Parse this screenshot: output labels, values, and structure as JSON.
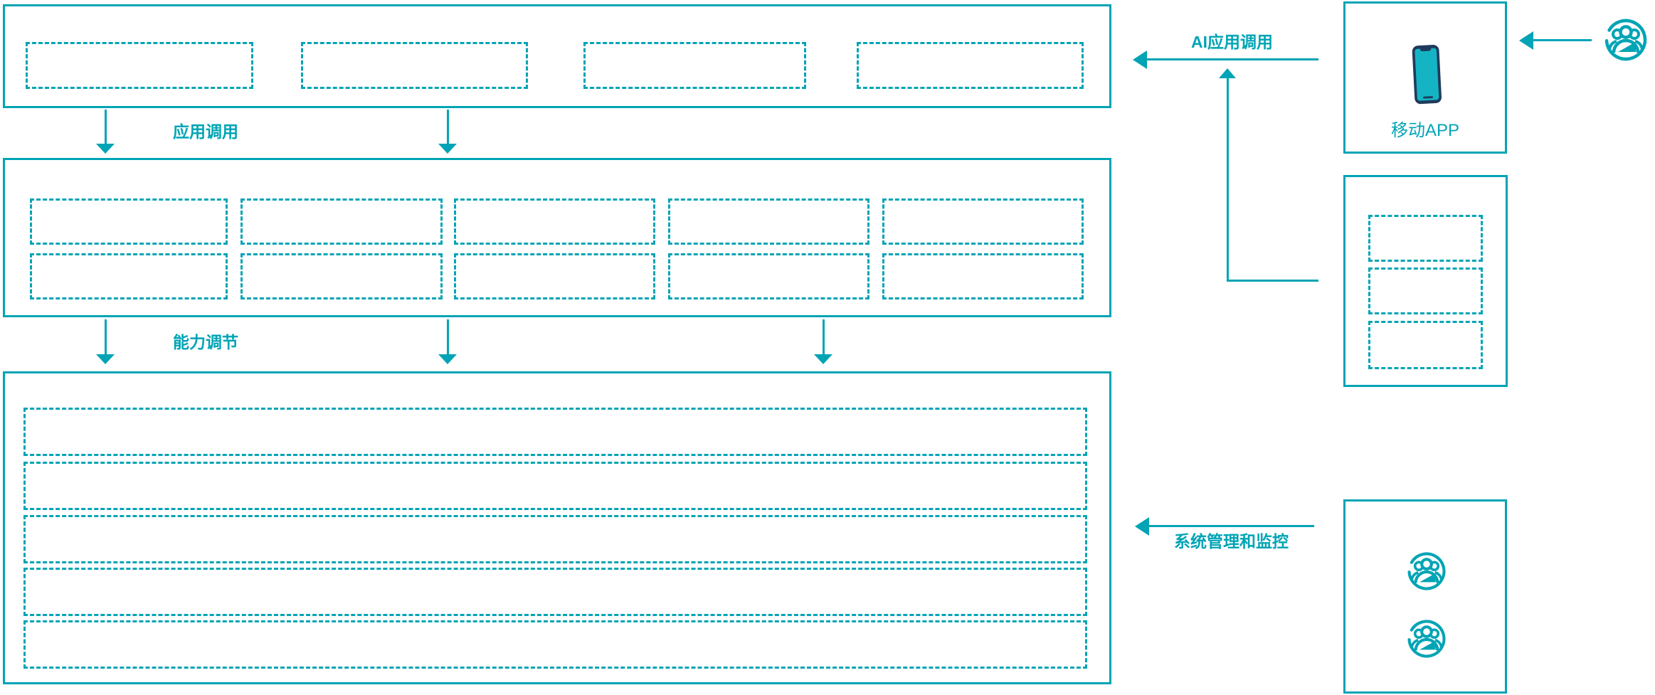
{
  "labels": {
    "app_call": "应用调用",
    "capability_adjust": "能力调节",
    "ai_app_call": "AI应用调用",
    "system_management_monitor": "系统管理和监控",
    "mobile_app": "移动APP"
  },
  "colors": {
    "line_teal": "#00a4b5",
    "phone_frame_navy": "#1f3b5c",
    "phone_screen_teal": "#15b4c4",
    "background": "#ffffff"
  },
  "icons": {
    "mobile_app_box": "phone-icon",
    "external_user": "user-group-icon",
    "admin_panel": [
      "user-group-icon",
      "user-group-icon"
    ]
  },
  "placeholder_counts": {
    "top_layer": 4,
    "middle_layer_row1": 5,
    "middle_layer_row2": 5,
    "bottom_layer_rows": 5,
    "right_panel": 3
  }
}
